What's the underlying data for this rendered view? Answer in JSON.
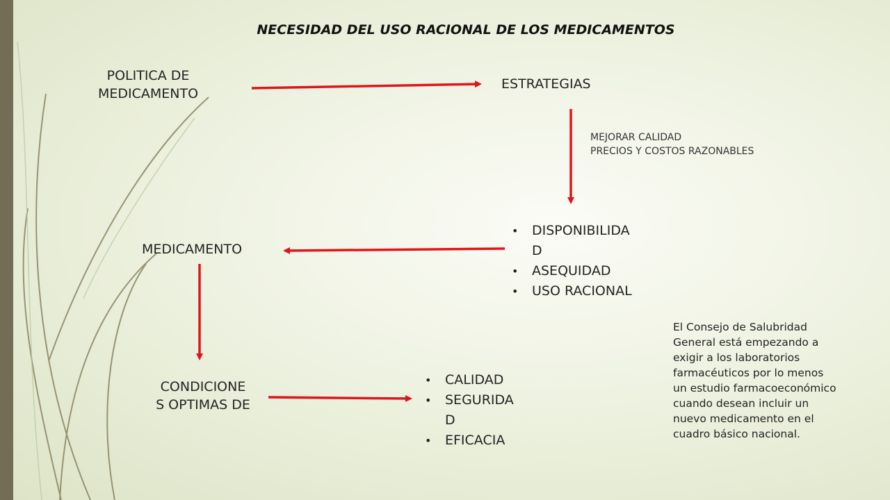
{
  "title": "NECESIDAD DEL USO RACIONAL DE LOS MEDICAMENTOS",
  "nodes": {
    "politica_line1": "POLITICA DE",
    "politica_line2": "MEDICAMENTO",
    "estrategias": "ESTRATEGIAS",
    "mejorar_line1": "MEJORAR CALIDAD",
    "mejorar_line2": "PRECIOS Y COSTOS RAZONABLES",
    "medicamento": "MEDICAMENTO",
    "condiciones_line1": "CONDICIONE",
    "condiciones_line2": "S OPTIMAS DE"
  },
  "list_disponibilidad": [
    {
      "line1": "DISPONIBILIDA",
      "line2": "D"
    },
    {
      "line1": "ASEQUIDAD"
    },
    {
      "line1": "USO RACIONAL"
    }
  ],
  "list_calidad": [
    {
      "line1": "CALIDAD"
    },
    {
      "line1": "SEGURIDA",
      "line2": "D"
    },
    {
      "line1": "EFICACIA"
    }
  ],
  "note": "El Consejo de Salubridad General está empezando a exigir a los laboratorios farmacéuticos por lo menos un estudio farmacoeconómico cuando desean incluir un nuevo medicamento en el cuadro básico nacional.",
  "colors": {
    "arrow": "#e0151b",
    "sidebar": "#736d55",
    "decor_line": "#8a8462"
  }
}
